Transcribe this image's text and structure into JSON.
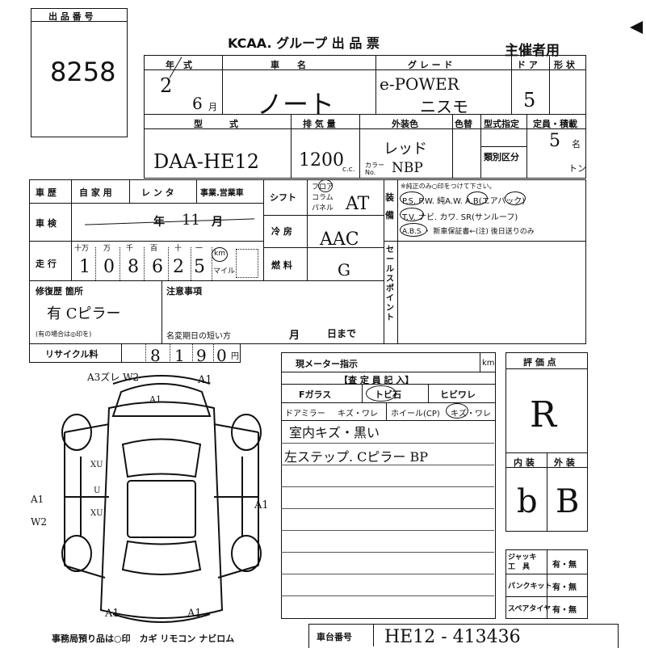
{
  "header": {
    "lot_label": "出 品 番 号",
    "lot_number": "8258",
    "title": "KCAA. グループ 出 品 票",
    "host_use": "主催者用"
  },
  "row1": {
    "year_label": "年　式",
    "name_label": "車　　名",
    "grade_label": "グ レ ー ド",
    "door_label": "ド ア",
    "shape_label": "形 状",
    "year_val": "2",
    "month_val": "6",
    "month_unit": "月",
    "name_val": "ノート",
    "grade_val1": "e-POWER",
    "grade_val2": "ニスモ",
    "door_val": "5"
  },
  "row2": {
    "model_label": "型　　　式",
    "displacement_label": "排 気 量",
    "ext_color_label": "外装色",
    "color_change_label": "色替",
    "fixed_cap_label": "型式指定",
    "capacity_label": "定員・積載",
    "model_val": "DAA-HE12",
    "displacement_val": "1200",
    "cc_unit": "c.c.",
    "color_val": "レッド",
    "color_no_label": "カラー No.",
    "color_no_val": "NBP",
    "class_label": "類別区分",
    "capacity_val": "5",
    "capacity_unit": "名",
    "ton_unit": "トン"
  },
  "row3": {
    "history_label": "車 歴",
    "private_label": "自 家 用",
    "rental_label": "レ ン タ",
    "business_label": "事業.営業車",
    "shift_label": "シフト",
    "shift_floor": "フロア",
    "shift_column": "コラム",
    "shift_panel": "パネル",
    "shift_val": "AT",
    "inspection_label": "車 検",
    "inspection_year": "年",
    "inspection_month_val": "11",
    "inspection_month": "月",
    "ac_label": "冷 房",
    "ac_val": "AAC",
    "mileage_label": "走 行",
    "digit_heads": [
      "十万",
      "万",
      "千",
      "百",
      "十",
      "一"
    ],
    "mileage_digits": [
      "1",
      "0",
      "8",
      "6",
      "2",
      "5"
    ],
    "km_label": "km",
    "mile_label": "マイル",
    "fuel_label": "燃 料",
    "fuel_val": "G",
    "equip_label": "装 備",
    "equip_note": "※純正のみ○印をつけて下さい。",
    "equip_line1": "P.S. P.W. 純A.W. A.B(エアバック)",
    "equip_line2": "T.V. ナビ. カワ. SR(サンルーフ)",
    "equip_line3": "A.B.S ・ 新車保証書←(注) 後日送りのみ",
    "sale_point_label": "セールスポイント"
  },
  "row4": {
    "repair_label": "修復歴 箇所",
    "repair_val": "有 Cピラー",
    "repair_note": "(有の場合は◎印を)",
    "notes_label": "注意事項",
    "transfer_label": "名変期日の短い方",
    "month_label": "月",
    "day_label": "日まで"
  },
  "recycle": {
    "label": "リサイクル料",
    "digits": [
      "8",
      "1",
      "9",
      "0"
    ],
    "unit": "円"
  },
  "meter": {
    "label": "現メーター指示",
    "unit": "km",
    "inspector_label": "【査 定 員 記 入】",
    "f_glass": "Fガラス",
    "tobi": "トビ石",
    "hibi": "ヒビワレ",
    "door_mirror": "ドアミラー",
    "mirror_opts": "キズ・ワレ",
    "wheel": "ホイール(CP)",
    "wheel_opts": "キズ・ワレ",
    "note1": "室内キズ・黒い",
    "note2": "左ステップ. Cピラー BP"
  },
  "grade": {
    "score_label": "評 価 点",
    "score": "R",
    "interior_label": "内 装",
    "exterior_label": "外 装",
    "interior_val": "b",
    "exterior_val": "B"
  },
  "tools": {
    "jack_label": "ジャッキ 工　具",
    "puncture_label": "パンクキット",
    "spare_label": "スペアタイヤ",
    "yes_no": "有・無"
  },
  "diagram": {
    "marks": [
      "A3ズレ W2",
      "A1",
      "A1",
      "XU",
      "U",
      "XU",
      "A1 W2",
      "A1",
      "A1",
      "A1"
    ]
  },
  "footer": {
    "office_items": "事務局預り品は○印　カギ リモコン ナビロム",
    "chassis_label": "車台番号",
    "chassis_val": "HE12 - 413436"
  }
}
